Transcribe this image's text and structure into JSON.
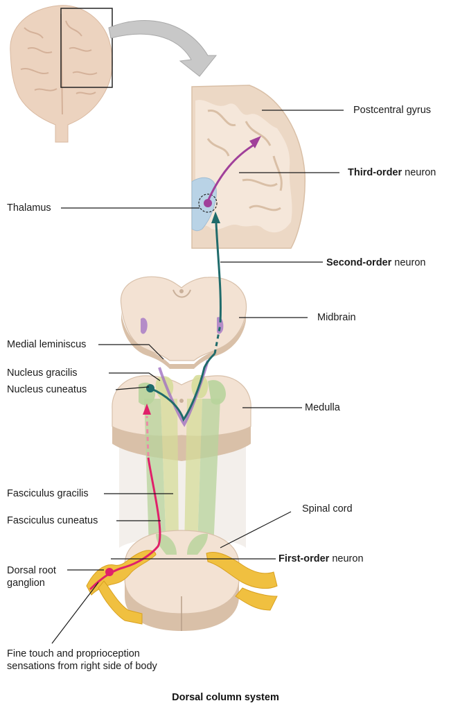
{
  "labels": {
    "postcentral_gyrus": "Postcentral gyrus",
    "third_order_bold": "Third-order",
    "third_order_rest": " neuron",
    "thalamus": "Thalamus",
    "second_order_bold": "Second-order",
    "second_order_rest": " neuron",
    "midbrain": "Midbrain",
    "medial_lemniscus": "Medial leminiscus",
    "nucleus_gracilis": "Nucleus gracilis",
    "nucleus_cuneatus": "Nucleus cuneatus",
    "medulla": "Medulla",
    "fasciculus_gracilis": "Fasciculus gracilis",
    "fasciculus_cuneatus": "Fasciculus cuneatus",
    "spinal_cord": "Spinal cord",
    "first_order_bold": "First-order",
    "first_order_rest": " neuron",
    "dorsal_root_ganglion": "Dorsal root\nganglion",
    "fine_touch": "Fine touch and proprioception\nsensations from right side of body"
  },
  "title": "Dorsal column system",
  "colors": {
    "first_order": "#e0206a",
    "second_order": "#1f6b6b",
    "third_order": "#a0409a",
    "tissue": "#f3e2d3",
    "tissue_edge": "#d8c0aa",
    "gracilis": "#d6dd9a",
    "cuneatus": "#b8d49c",
    "ganglion": "#f0c040",
    "thalamus": "#b9d3e6"
  }
}
